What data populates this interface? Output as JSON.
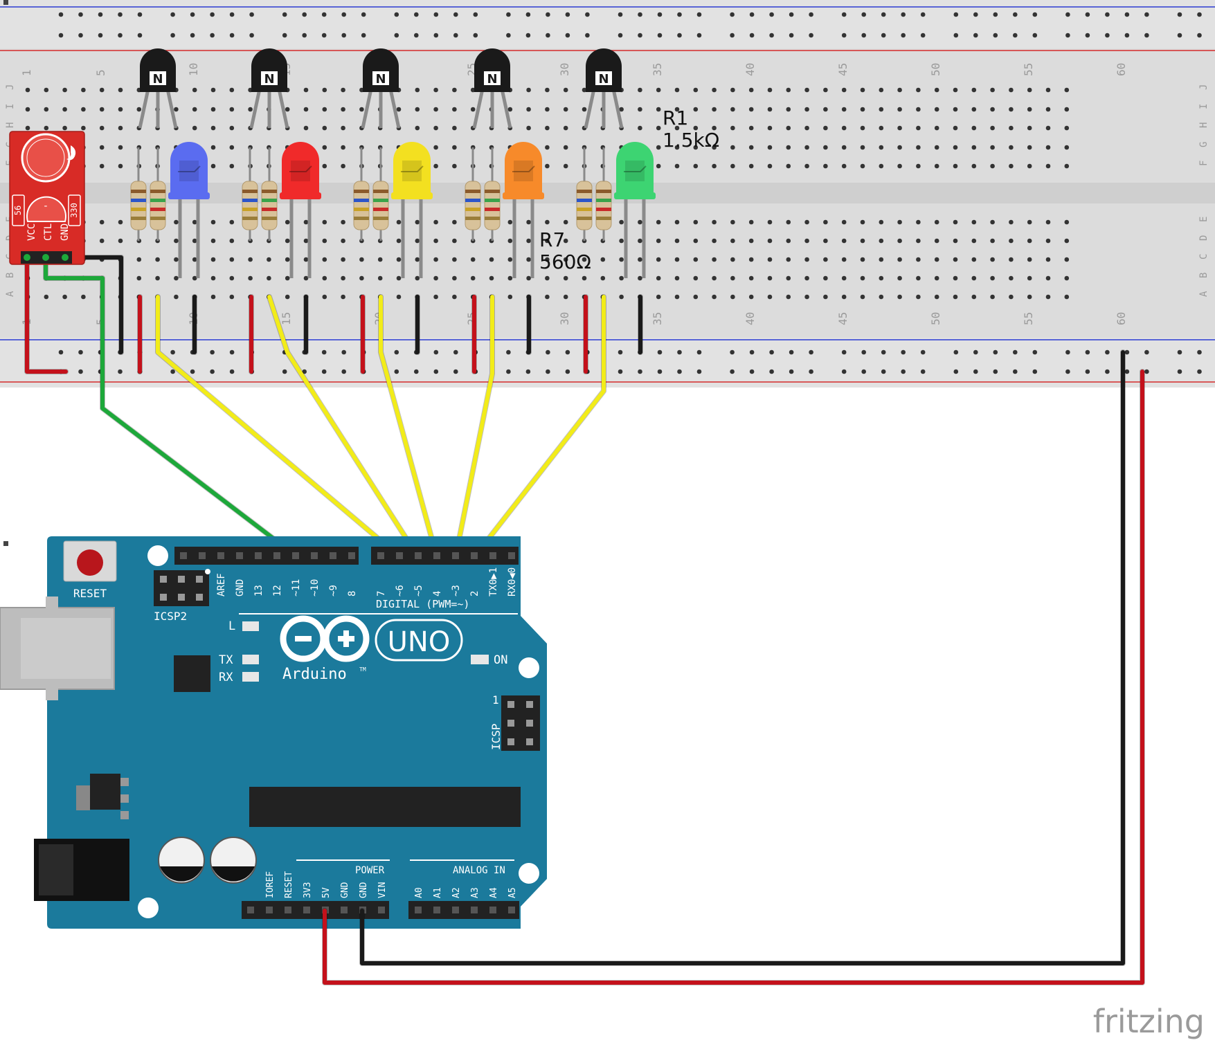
{
  "breadboard": {
    "column_labels": [
      "1",
      "5",
      "10",
      "15",
      "20",
      "25",
      "30",
      "35",
      "40",
      "45",
      "50",
      "55",
      "60"
    ],
    "row_labels_top": [
      "J",
      "I",
      "H",
      "G",
      "F"
    ],
    "row_labels_bottom": [
      "E",
      "D",
      "C",
      "B",
      "A"
    ]
  },
  "transistors": {
    "mark": "N"
  },
  "leds": [
    {
      "color": "#5a6cf0",
      "name": "blue-led"
    },
    {
      "color": "#f02a2a",
      "name": "red-led"
    },
    {
      "color": "#f3e020",
      "name": "yellow-led"
    },
    {
      "color": "#f78a2a",
      "name": "orange-led"
    },
    {
      "color": "#3dd472",
      "name": "green-led"
    }
  ],
  "annotations": {
    "r1_ref": "R1",
    "r1_value": "1.5kΩ",
    "r7_ref": "R7",
    "r7_value": "560Ω"
  },
  "sensor": {
    "pins": [
      "VCC",
      "CTL",
      "GND"
    ],
    "left_label": "56",
    "right_label": "330",
    "dash": "-"
  },
  "arduino": {
    "reset_label": "RESET",
    "icsp2_label": "ICSP2",
    "icsp_label": "ICSP",
    "icsp_pin1": "1",
    "digital_label": "DIGITAL (PWM=~)",
    "digital_pins_left": [
      "AREF",
      "GND",
      "13",
      "12",
      "~11",
      "~10",
      "~9",
      "8"
    ],
    "digital_pins_right": [
      "7",
      "~6",
      "~5",
      "4",
      "~3",
      "2",
      "TX0▶1",
      "RX0◀0"
    ],
    "led_l": "L",
    "led_tx": "TX",
    "led_rx": "RX",
    "led_on": "ON",
    "logo_text": "UNO",
    "brand": "Arduino",
    "tm": "TM",
    "power_label": "POWER",
    "power_pins": [
      "IOREF",
      "RESET",
      "3V3",
      "5V",
      "GND",
      "GND",
      "VIN"
    ],
    "analog_label": "ANALOG IN",
    "analog_pins": [
      "A0",
      "A1",
      "A2",
      "A3",
      "A4",
      "A5"
    ],
    "board_color": "#1b7a9c"
  },
  "wires": {
    "red": "#c4111b",
    "black": "#1a1a1a",
    "yellow": "#f2ec19",
    "green": "#1da83a"
  },
  "watermark": "fritzing"
}
